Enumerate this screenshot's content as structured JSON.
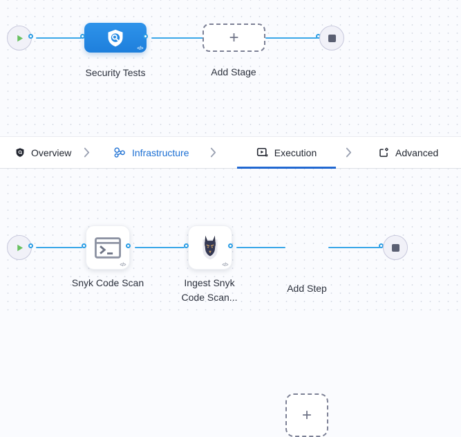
{
  "colors": {
    "canvas_bg": "#fafbfe",
    "edge_blue": "#3aa7e8",
    "stage_blue": "#2288e2",
    "link_blue": "#1b6fd3",
    "active_underline": "#2168d1",
    "play_green": "#68c160"
  },
  "stage_pipeline": {
    "stage": {
      "name": "Security Tests",
      "icon": "security-shield-scan-icon"
    },
    "add_stage_label": "Add Stage",
    "plus": "+",
    "code_glyph": "</>"
  },
  "tab_bar": {
    "tabs": [
      {
        "label": "Overview"
      },
      {
        "label": "Infrastructure"
      },
      {
        "label": "Execution",
        "active": true
      },
      {
        "label": "Advanced"
      }
    ]
  },
  "step_pipeline": {
    "steps": [
      {
        "name": "Snyk Code Scan",
        "icon": "terminal-icon"
      },
      {
        "name_line1": "Ingest Snyk",
        "name_line2": "Code Scan...",
        "icon": "snyk-doberman-icon"
      }
    ],
    "add_step_label": "Add Step",
    "plus": "+",
    "code_glyph": "</>"
  }
}
